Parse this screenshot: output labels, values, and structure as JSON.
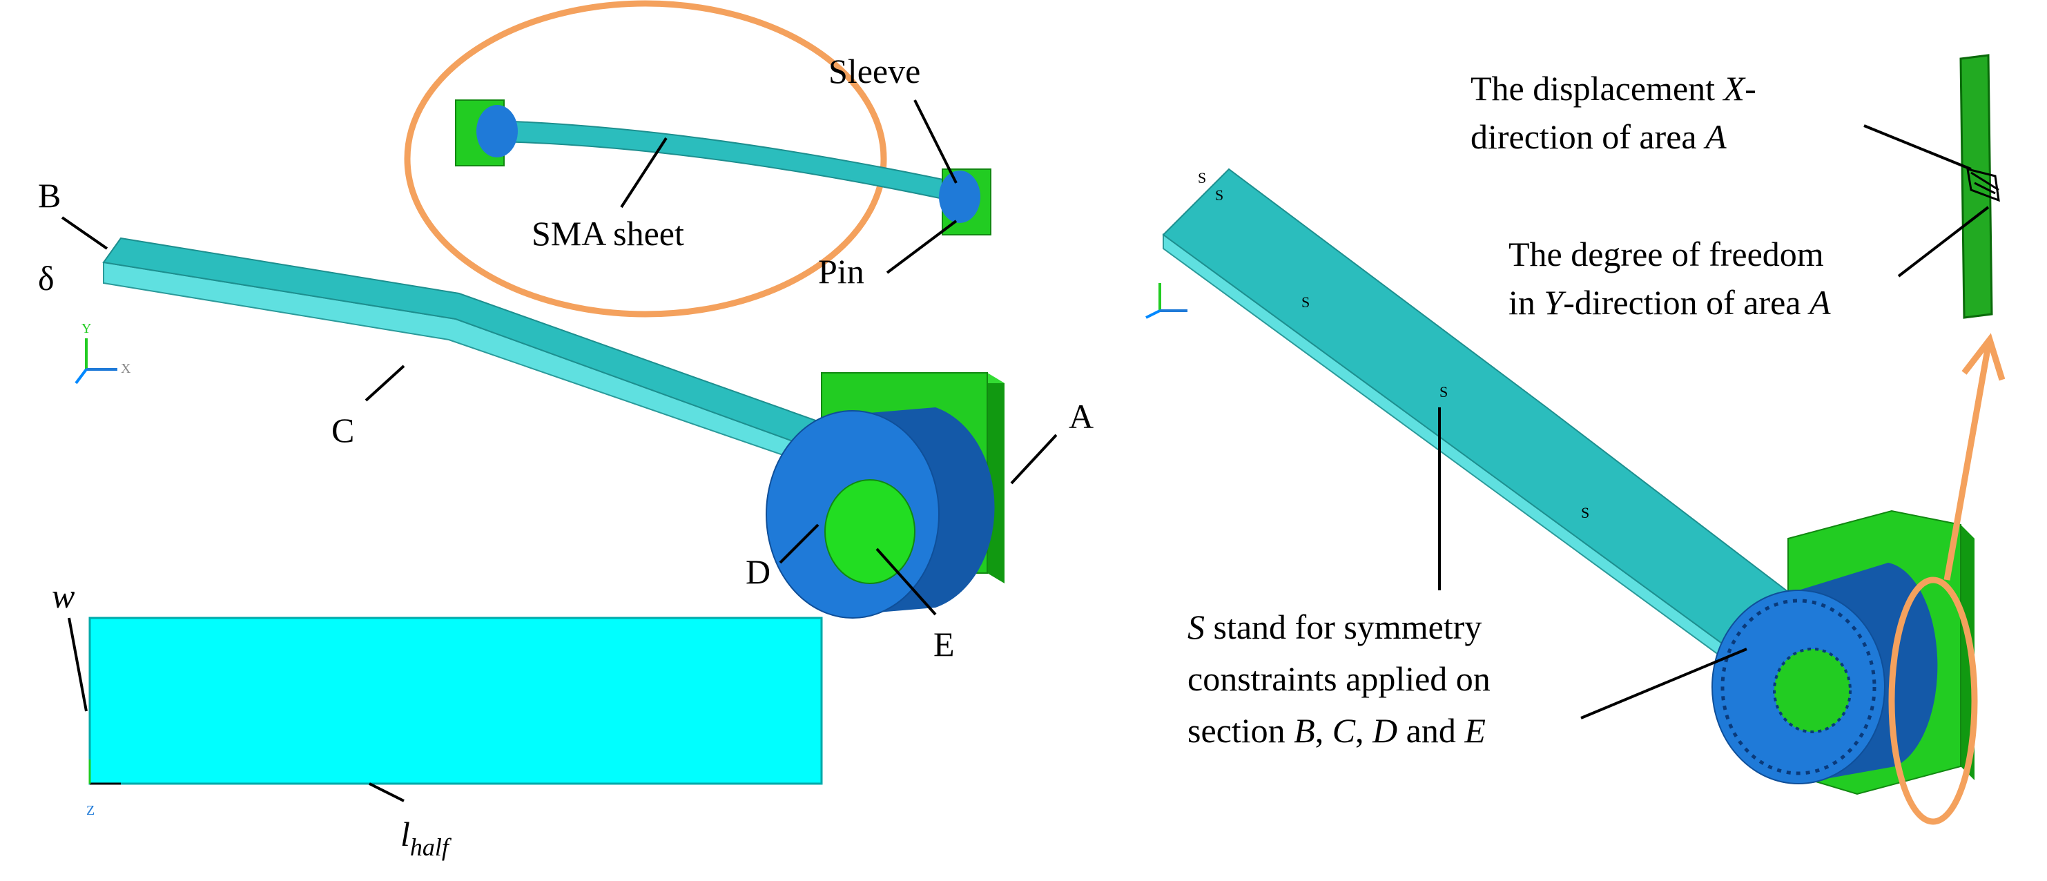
{
  "colors": {
    "sheet_top": "#2bbdbd",
    "sheet_side": "#5fe0e0",
    "sheet_flat": "#00ffff",
    "sleeve_blue": "#1f7ad8",
    "sleeve_dark": "#1459a8",
    "pin_green": "#22cc22",
    "pin_dark": "#119911",
    "highlight_orange": "#f4a15d"
  },
  "left_panel": {
    "labels": {
      "B": "B",
      "delta": "δ",
      "C": "C",
      "A": "A",
      "D": "D",
      "E": "E",
      "w": "w",
      "l": "l",
      "l_sub": "half"
    },
    "triad_x": "X",
    "triad_y": "Y",
    "triad_z": "Z"
  },
  "inset": {
    "sleeve": "Sleeve",
    "sma_sheet": "SMA sheet",
    "pin": "Pin"
  },
  "right_panel": {
    "note1_line1_pre": "The displacement ",
    "note1_line1_it": "X",
    "note1_line1_post": "-",
    "note1_line2_pre": "direction of area ",
    "note1_line2_it": "A",
    "note2_line1": "The degree of freedom",
    "note2_line2_pre": "in ",
    "note2_line2_it": "Y",
    "note2_line2_mid": "-direction of area ",
    "note2_line2_it2": "A",
    "note3_line1_it": "S",
    "note3_line1_post": " stand for symmetry",
    "note3_line2": "constraints applied on",
    "note3_line3_pre": "section ",
    "note3_B": "B",
    "note3_C": "C",
    "note3_D": "D",
    "note3_and": "and",
    "note3_E": "E",
    "sym_marker": "S"
  }
}
